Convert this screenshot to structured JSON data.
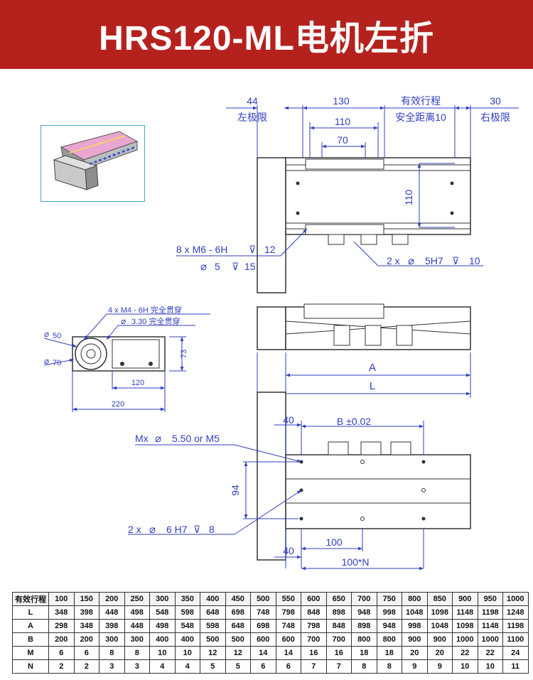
{
  "title": "HRS120-ML电机左折",
  "top_view": {
    "dim_44": "44",
    "dim_130": "130",
    "dim_stroke": "有效行程",
    "dim_30": "30",
    "left_limit": "左极限",
    "safe_dist": "安全距离10",
    "right_limit": "右极限",
    "dim_110h": "110",
    "dim_70": "70",
    "dim_110v": "110",
    "note_m6_a": "8 x  M6 - 6H",
    "note_m6_depth": "12",
    "note_m6_b": "5",
    "note_m6_b_depth": "15",
    "note_pin": "2 x",
    "note_pin_b": "5H7",
    "note_pin_depth": "10",
    "dia_sym": "⌀",
    "depth_sym": "⊽"
  },
  "end_view": {
    "note_m4": "4 x  M4 - 6H 完全贯穿",
    "note_330": "3.30 完全贯穿",
    "d50": "50",
    "d70": "70",
    "dim_73": "73",
    "dim_120": "120",
    "dim_220": "220"
  },
  "side_view": {
    "dim_A": "A",
    "dim_L": "L"
  },
  "bottom_view": {
    "dim_40a": "40",
    "dim_B": "B ±0.02",
    "note_mx": "Mx",
    "note_mx_b": "5.50 or M5",
    "dim_94": "94",
    "note_pin": "2 x",
    "note_pin_b": "6 H7",
    "note_pin_depth": "8",
    "dim_40b": "40",
    "dim_100": "100",
    "dim_100N": "100*N"
  },
  "spec_table": {
    "header_label": "有效行程",
    "strokes": [
      "100",
      "150",
      "200",
      "250",
      "300",
      "350",
      "400",
      "450",
      "500",
      "550",
      "600",
      "650",
      "700",
      "750",
      "800",
      "850",
      "900",
      "950",
      "1000"
    ],
    "rows": [
      {
        "label": "L",
        "values": [
          "348",
          "398",
          "448",
          "498",
          "548",
          "598",
          "648",
          "698",
          "748",
          "798",
          "848",
          "898",
          "948",
          "998",
          "1048",
          "1098",
          "1148",
          "1198",
          "1248"
        ]
      },
      {
        "label": "A",
        "values": [
          "298",
          "348",
          "398",
          "448",
          "498",
          "548",
          "598",
          "648",
          "698",
          "748",
          "798",
          "848",
          "898",
          "948",
          "998",
          "1048",
          "1098",
          "1148",
          "1198"
        ]
      },
      {
        "label": "B",
        "values": [
          "200",
          "200",
          "300",
          "300",
          "400",
          "400",
          "500",
          "500",
          "600",
          "600",
          "700",
          "700",
          "800",
          "800",
          "900",
          "900",
          "1000",
          "1000",
          "1100"
        ]
      },
      {
        "label": "M",
        "values": [
          "6",
          "6",
          "8",
          "8",
          "10",
          "10",
          "12",
          "12",
          "14",
          "14",
          "16",
          "16",
          "18",
          "18",
          "20",
          "20",
          "22",
          "22",
          "24"
        ]
      },
      {
        "label": "N",
        "values": [
          "2",
          "2",
          "3",
          "3",
          "4",
          "4",
          "5",
          "5",
          "6",
          "6",
          "7",
          "7",
          "8",
          "8",
          "9",
          "9",
          "10",
          "10",
          "11"
        ]
      }
    ]
  },
  "colors": {
    "banner": "#b5221e",
    "dimension": "#2f3fbf",
    "outline": "#333333",
    "thumb_border": "#3aa7c9",
    "thumb_body": "#e8a6d0"
  }
}
